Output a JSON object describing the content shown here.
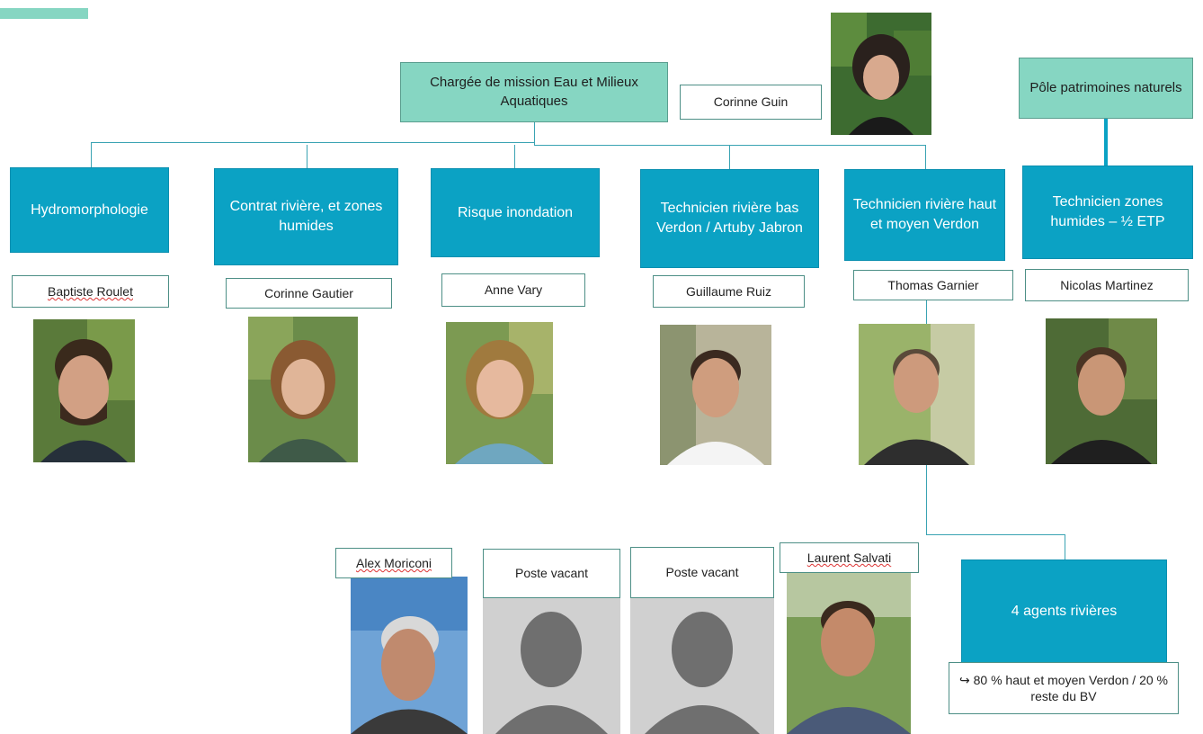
{
  "manager": {
    "role": "Chargée de mission Eau et Milieux Aquatiques",
    "name": "Corinne Guin"
  },
  "pole": {
    "label": "Pôle patrimoines naturels"
  },
  "units": [
    {
      "title": "Hydromorphologie",
      "person": "Baptiste Roulet"
    },
    {
      "title": "Contrat rivière, et zones humides",
      "person": "Corinne Gautier"
    },
    {
      "title": "Risque inondation",
      "person": "Anne Vary"
    },
    {
      "title": "Technicien rivière bas Verdon / Artuby Jabron",
      "person": "Guillaume Ruiz"
    },
    {
      "title": "Technicien rivière haut et moyen Verdon",
      "person": "Thomas Garnier"
    },
    {
      "title": "Technicien zones humides – ½ ETP",
      "person": "Nicolas Martinez"
    }
  ],
  "agents": {
    "title": "4 agents rivières",
    "note": "↪ 80 % haut et moyen Verdon / 20 % reste du BV",
    "members": [
      "Alex Moriconi",
      "Poste vacant",
      "Poste vacant",
      "Laurent Salvati"
    ]
  },
  "colors": {
    "unit_box": "#0ba2c4",
    "manager_box": "#86d6c2",
    "connector": "#3aa3b3",
    "placeholder_bg": "#d0d0d0",
    "placeholder_fg": "#6f6f6f"
  }
}
